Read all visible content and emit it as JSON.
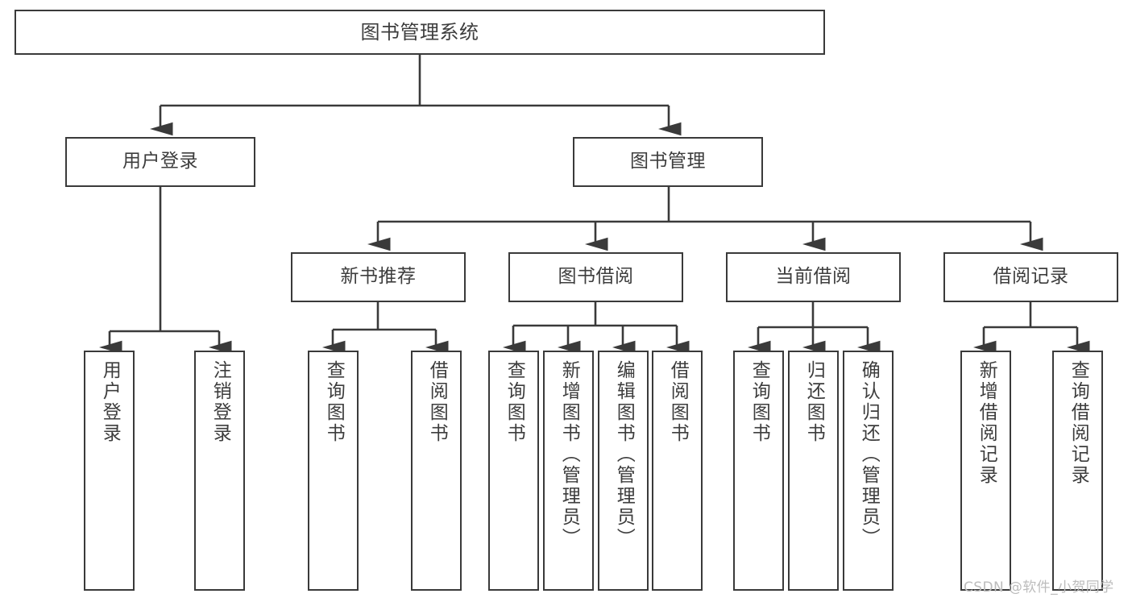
{
  "diagram": {
    "type": "tree-hierarchy",
    "title": "图书管理系统",
    "root": {
      "label": "图书管理系统"
    },
    "level1": [
      {
        "label": "用户登录"
      },
      {
        "label": "图书管理"
      }
    ],
    "level2": [
      {
        "label": "新书推荐"
      },
      {
        "label": "图书借阅"
      },
      {
        "label": "当前借阅"
      },
      {
        "label": "借阅记录"
      }
    ],
    "leaves": {
      "user_login": [
        {
          "label": "用户登录"
        },
        {
          "label": "注销登录"
        }
      ],
      "new_book_recommend": [
        {
          "label": "查询图书"
        },
        {
          "label": "借阅图书"
        }
      ],
      "book_borrow": [
        {
          "label": "查询图书"
        },
        {
          "label": "新增图书（管理员）"
        },
        {
          "label": "编辑图书（管理员）"
        },
        {
          "label": "借阅图书"
        }
      ],
      "current_borrow": [
        {
          "label": "查询图书"
        },
        {
          "label": "归还图书"
        },
        {
          "label": "确认归还（管理员）"
        }
      ],
      "borrow_record": [
        {
          "label": "新增借阅记录"
        },
        {
          "label": "查询借阅记录"
        }
      ]
    }
  },
  "watermark": {
    "text": "CSDN @软件_小贺同学"
  },
  "colors": {
    "border": "#3a3a3a",
    "text": "#3d3d3d",
    "background": "#ffffff",
    "watermark": "#bcbcbc"
  }
}
